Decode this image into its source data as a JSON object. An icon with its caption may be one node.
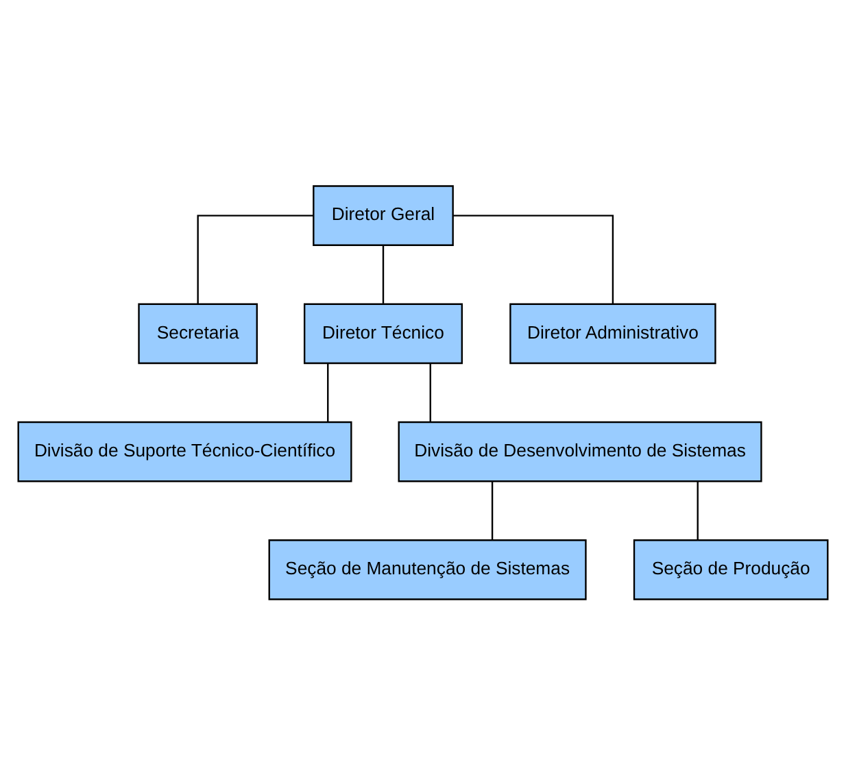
{
  "diagram": {
    "nodes": [
      {
        "text": [
          "Diretor Geral"
        ]
      },
      {
        "text": [
          "Secretaria"
        ]
      },
      {
        "text": [
          "Diretor Técnico"
        ]
      },
      {
        "text": [
          "Diretor Administrativo"
        ]
      },
      {
        "text": [
          "Divisão de Suporte Técnico-Científico"
        ]
      },
      {
        "text": [
          "Divisão de Desenvolvimento de Sistemas"
        ]
      },
      {
        "text": [
          "Seção de Manutenção de Sistemas"
        ]
      },
      {
        "text": [
          "Seção de Produção"
        ]
      }
    ],
    "edges": [
      {
        "from": 0,
        "to": 1,
        "arrow": "none"
      },
      {
        "from": 0,
        "to": 2,
        "arrow": "none"
      },
      {
        "from": 0,
        "to": 3,
        "arrow": "none"
      },
      {
        "from": 2,
        "to": 4,
        "arrow": "none"
      },
      {
        "from": 2,
        "to": 5,
        "arrow": "none"
      },
      {
        "from": 5,
        "to": 6,
        "arrow": "none"
      },
      {
        "from": 5,
        "to": 7,
        "arrow": "none"
      }
    ]
  }
}
